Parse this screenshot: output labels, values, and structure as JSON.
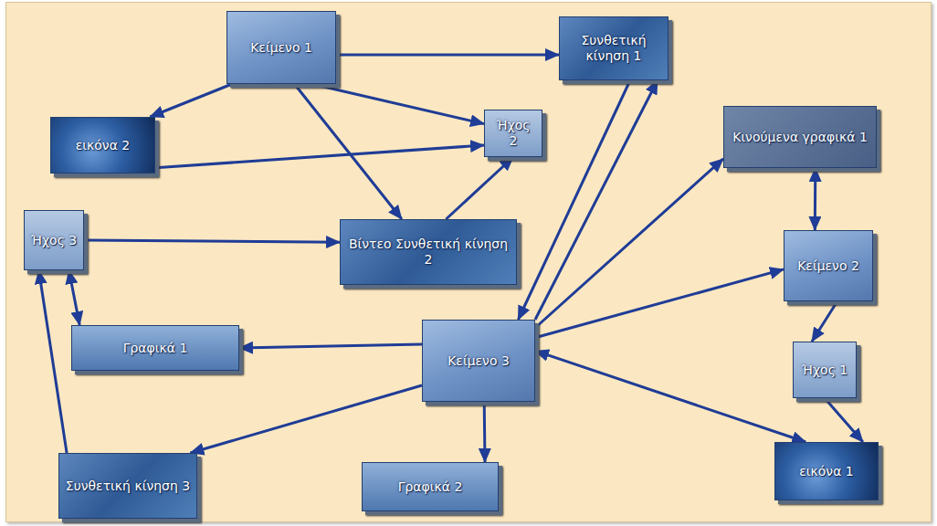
{
  "diagram": {
    "nodes": [
      {
        "text": [
          "Κείμενο 1"
        ]
      },
      {
        "text": [
          "Συνθετική κίνηση 1"
        ]
      },
      {
        "text": [
          "εικόνα 2"
        ]
      },
      {
        "text": [
          "Ήχος 2"
        ]
      },
      {
        "text": [
          "Κινούμενα γραφικά 1"
        ]
      },
      {
        "text": [
          "Ήχος 3"
        ]
      },
      {
        "text": [
          "Βίντεο Συνθετική κίνηση 2"
        ]
      },
      {
        "text": [
          "Κείμενο 2"
        ]
      },
      {
        "text": [
          "Γραφικά 1"
        ]
      },
      {
        "text": [
          "Κείμενο 3"
        ]
      },
      {
        "text": [
          "Ήχος 1"
        ]
      },
      {
        "text": [
          "Συνθετική κίνηση 3"
        ]
      },
      {
        "text": [
          "Γραφικά 2"
        ]
      },
      {
        "text": [
          "εικόνα 1"
        ]
      }
    ],
    "edges": [
      {
        "from": 0,
        "to": 1,
        "arrow": "to"
      },
      {
        "from": 0,
        "to": 2,
        "arrow": "to"
      },
      {
        "from": 0,
        "to": 3,
        "arrow": "to"
      },
      {
        "from": 0,
        "to": 6,
        "arrow": "to"
      },
      {
        "from": 2,
        "to": 3,
        "arrow": "to"
      },
      {
        "from": 6,
        "to": 3,
        "arrow": "to"
      },
      {
        "from": 5,
        "to": 6,
        "arrow": "to"
      },
      {
        "from": 5,
        "to": 8,
        "arrow": "both"
      },
      {
        "from": 11,
        "to": 5,
        "arrow": "to"
      },
      {
        "from": 9,
        "to": 8,
        "arrow": "to"
      },
      {
        "from": 9,
        "to": 11,
        "arrow": "to"
      },
      {
        "from": 9,
        "to": 12,
        "arrow": "to"
      },
      {
        "from": 9,
        "to": 1,
        "arrow": "to"
      },
      {
        "from": 1,
        "to": 9,
        "arrow": "to"
      },
      {
        "from": 9,
        "to": 4,
        "arrow": "to"
      },
      {
        "from": 9,
        "to": 7,
        "arrow": "to"
      },
      {
        "from": 4,
        "to": 7,
        "arrow": "both"
      },
      {
        "from": 7,
        "to": 10,
        "arrow": "to"
      },
      {
        "from": 10,
        "to": 13,
        "arrow": "to"
      },
      {
        "from": 9,
        "to": 13,
        "arrow": "both"
      }
    ]
  }
}
